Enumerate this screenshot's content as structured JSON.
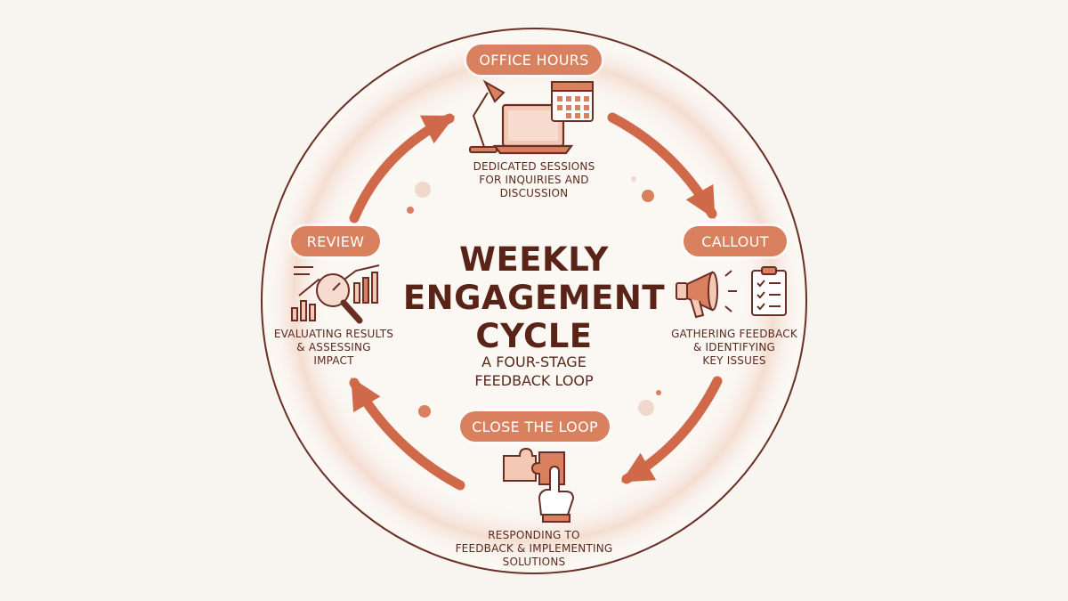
{
  "colors": {
    "background": "#f8f4f0",
    "accent": "#d9805e",
    "arrow": "#d0694a",
    "outline": "#6b2e24",
    "dark_text": "#5a2318"
  },
  "title": {
    "line1": "WEEKLY",
    "line2": "ENGAGEMENT",
    "line3": "CYCLE"
  },
  "subtitle": {
    "line1": "A FOUR-STAGE",
    "line2": "FEEDBACK LOOP"
  },
  "stages": {
    "office_hours": {
      "label": "OFFICE HOURS",
      "desc": [
        "DEDICATED SESSIONS",
        "FOR INQUIRIES AND",
        "DISCUSSION"
      ],
      "icons": [
        "desk-lamp-icon",
        "laptop-icon",
        "calendar-icon"
      ]
    },
    "callout": {
      "label": "CALLOUT",
      "desc": [
        "GATHERING FEEDBACK",
        "& IDENTIFYING",
        "KEY ISSUES"
      ],
      "icons": [
        "megaphone-icon",
        "checklist-clipboard-icon"
      ]
    },
    "close_the_loop": {
      "label": "CLOSE THE LOOP",
      "desc": [
        "RESPONDING TO",
        "FEEDBACK & IMPLEMENTING",
        "SOLUTIONS"
      ],
      "icons": [
        "puzzle-pieces-icon",
        "pointing-hand-icon"
      ]
    },
    "review": {
      "label": "REVIEW",
      "desc": [
        "EVALUATING RESULTS",
        "& ASSESSING",
        "IMPACT"
      ],
      "icons": [
        "magnifier-chart-icon"
      ]
    }
  }
}
